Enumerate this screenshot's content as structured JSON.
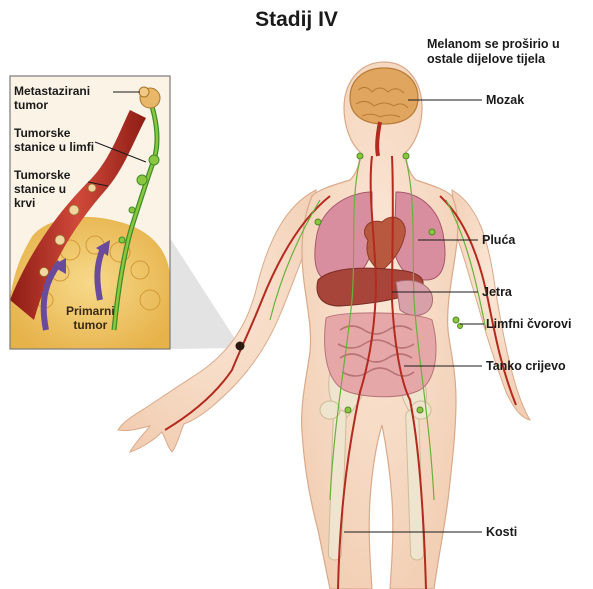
{
  "title": "Stadij IV",
  "subtitle": "Melanom se proširio u ostale dijelove tijela",
  "body_labels": {
    "brain": "Mozak",
    "lungs": "Pluća",
    "liver": "Jetra",
    "lymph_nodes": "Limfni čvorovi",
    "small_intestine": "Tanko crijevo",
    "bones": "Kosti"
  },
  "inset_labels": {
    "metastatic_tumor": "Metastazirani\ntumor",
    "tumor_cells_lymph": "Tumorske\nstanice u limfi",
    "tumor_cells_blood": "Tumorske\nstanice u\nkrvi",
    "primary_tumor": "Primarni\ntumor"
  },
  "colors": {
    "skin": "#f6dcc6",
    "skin_edge": "#d9a98a",
    "organ_lung": "#d98ea0",
    "organ_liver": "#a8453a",
    "organ_heart": "#b8583e",
    "intestine": "#e5a7a8",
    "bone": "#efe6d0",
    "vessel_red": "#b32a1f",
    "lymph_green": "#6ab03c",
    "inset_border": "#7a7a7a"
  }
}
